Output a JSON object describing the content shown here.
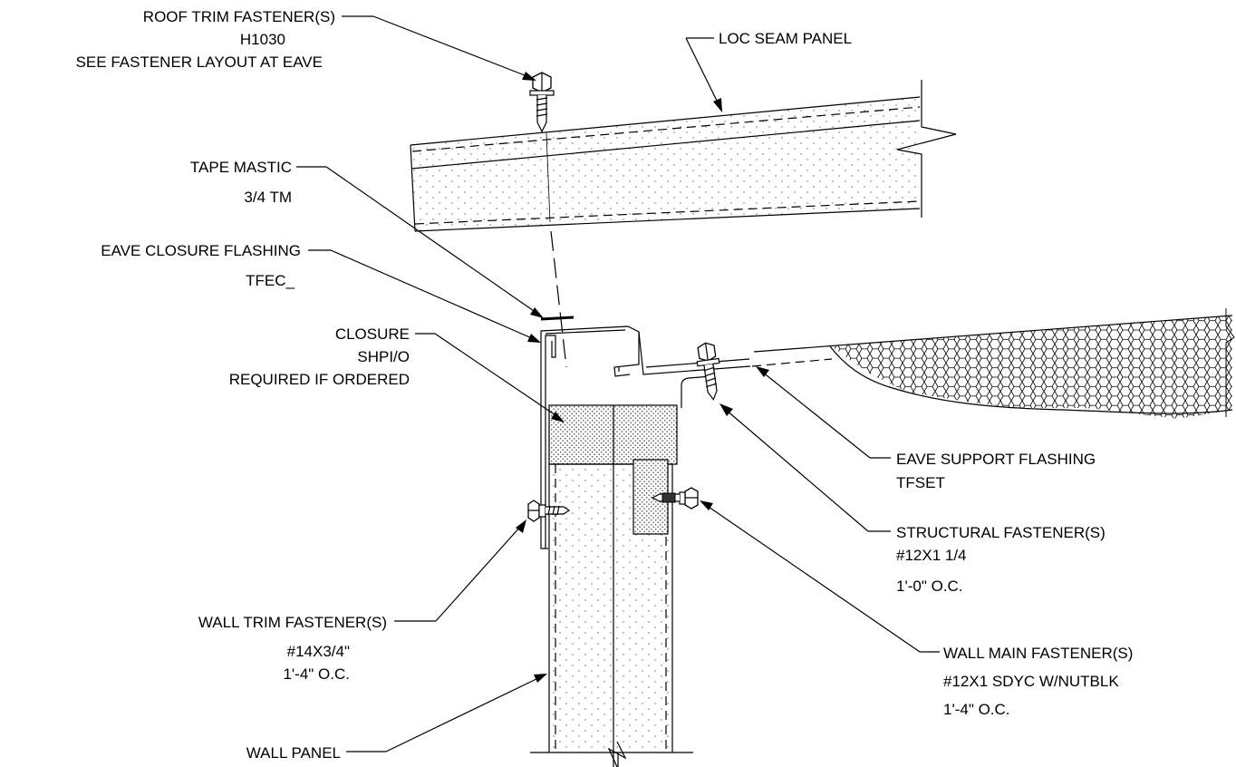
{
  "labels": {
    "roof_trim_fastener": {
      "line1": "ROOF TRIM FASTENER(S)",
      "line2": "H1030",
      "line3": "SEE FASTENER LAYOUT AT EAVE"
    },
    "loc_seam_panel": "LOC SEAM PANEL",
    "tape_mastic": {
      "line1": "TAPE MASTIC",
      "line2": "3/4 TM"
    },
    "eave_closure_flashing": {
      "line1": "EAVE CLOSURE FLASHING",
      "line2": "TFEC_"
    },
    "closure": {
      "line1": "CLOSURE",
      "line2": "SHPI/O",
      "line3": "REQUIRED IF ORDERED"
    },
    "eave_support_flashing": {
      "line1": "EAVE SUPPORT FLASHING",
      "line2": "TFSET"
    },
    "structural_fastener": {
      "line1": "STRUCTURAL FASTENER(S)",
      "line2": "#12X1 1/4",
      "line3": "1'-0\" O.C."
    },
    "wall_trim_fastener": {
      "line1": "WALL TRIM FASTENER(S)",
      "line2": "#14X3/4\"",
      "line3": "1'-4\" O.C."
    },
    "wall_main_fastener": {
      "line1": "WALL MAIN FASTENER(S)",
      "line2": "#12X1 SDYC W/NUTBLK",
      "line3": "1'-4\" O.C."
    },
    "wall_panel": "WALL PANEL"
  }
}
